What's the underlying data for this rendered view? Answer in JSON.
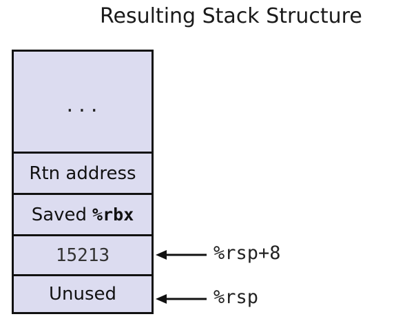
{
  "title": "Resulting Stack Structure",
  "stack": {
    "cells": [
      {
        "label": "..."
      },
      {
        "label": "Rtn address"
      },
      {
        "label_prefix": "Saved",
        "label_register": "%rbx"
      },
      {
        "label": "15213"
      },
      {
        "label": "Unused"
      }
    ]
  },
  "pointers": [
    {
      "label": "%rsp+8",
      "target": "15213"
    },
    {
      "label": "%rsp",
      "target": "Unused"
    }
  ]
}
